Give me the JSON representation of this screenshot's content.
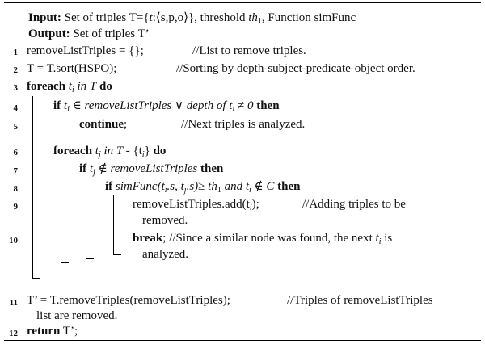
{
  "io": {
    "input_label": "Input:",
    "input_pre": "Set of triples T={",
    "input_t": "t",
    "input_tuple": ":⟨s,p,o⟩}",
    "input_mid": ", threshold ",
    "input_th": "th",
    "input_th_sub": "1",
    "input_post": ", Function simFunc",
    "output_label": "Output:",
    "output_text": "Set of triples T’"
  },
  "lines": [
    {
      "num": "1",
      "code": "removeListTriples = {};",
      "comment": "//List to remove triples."
    },
    {
      "num": "2",
      "code": "T = T.sort(HSPO);",
      "comment": "//Sorting by depth-subject-predicate-object order."
    },
    {
      "num": "3",
      "kw": "foreach",
      "var": "t",
      "sub": "i",
      "in_text": "in T",
      "kw2": "do"
    },
    {
      "num": "4",
      "kw": "if",
      "var": "t",
      "sub": "i",
      "sym": "∈",
      "italic_a": "removeListTriples",
      "op": "∨",
      "italic_b": "depth of",
      "var2": "t",
      "sub2": "i",
      "cmp": "≠",
      "italic_c": "0",
      "kw2": "then"
    },
    {
      "num": "5",
      "kw": "continue",
      "semi": ";",
      "comment": "//Next triples is analyzed."
    },
    {
      "num": "6",
      "kw": "foreach",
      "var": "t",
      "sub": "j",
      "in_text": "in T -",
      "set_text": "{t",
      "set_sub": "i",
      "set_close": "}",
      "kw2": "do"
    },
    {
      "num": "7",
      "kw": "if",
      "var": "t",
      "sub": "j",
      "sym": "∉",
      "italic_a": "removeListTriples",
      "kw2": "then"
    },
    {
      "num": "8",
      "kw": "if",
      "call": "simFunc(t",
      "call_sub1": "i",
      "call_mid": ".s, t",
      "call_sub2": "j",
      "call_end": ".s)",
      "ge": "≥",
      "th": "th",
      "th_sub": "1",
      "and_text": "and t",
      "and_sub": "i",
      "notin": "∉",
      "cset": "C",
      "kw2": "then"
    },
    {
      "num": "9",
      "code": "removeListTriples.add(t",
      "sub": "i",
      "code_end": ");",
      "comment": "//Adding triples to be",
      "cont": "removed."
    },
    {
      "num": "10",
      "kw": "break",
      "rest": "; //Since a similar node was found, the next",
      "var": "t",
      "sub": "i",
      "rest2": "is",
      "cont": "analyzed."
    },
    {
      "num": "11",
      "code": "T’ = T.removeTriples(removeListTriples);",
      "comment": "//Triples of removeListTriples",
      "cont": "list are removed."
    },
    {
      "num": "12",
      "kw": "return",
      "code": "T’;"
    }
  ]
}
